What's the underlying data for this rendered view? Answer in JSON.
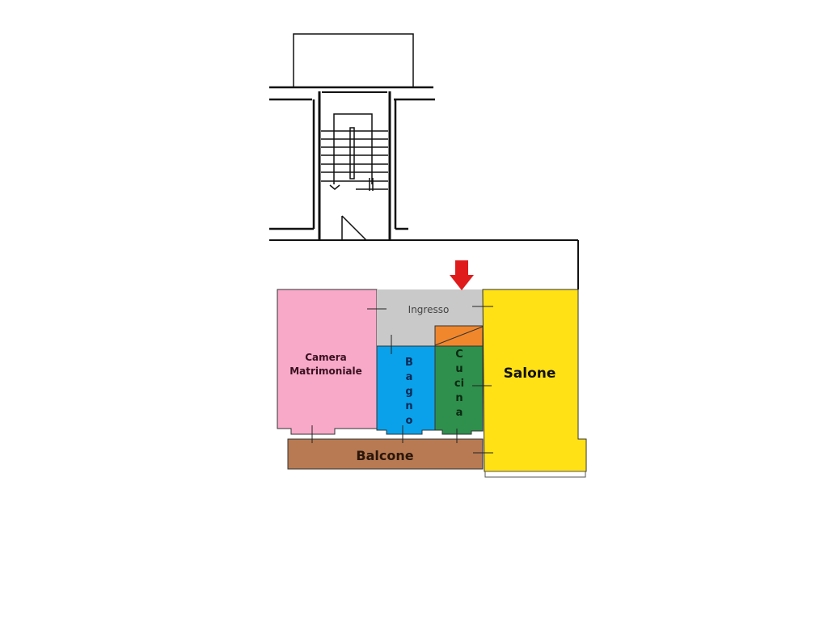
{
  "title": "Floor plan",
  "rooms": {
    "ingresso": "Ingresso",
    "camera": "Camera Matrimoniale",
    "bagno": "Bagno",
    "cucina": "Cucina",
    "salone": "Salone",
    "balcone": "Balcone"
  },
  "colors": {
    "camera": "#f8a9c8",
    "ingresso": "#c9c9c9",
    "bagno": "#0aa1ea",
    "cucina": "#2f8f4c",
    "salone": "#ffe116",
    "balcone": "#b77a52",
    "storage": "#f0872c",
    "entrance_arrow": "#e01b1b"
  },
  "entrance_marker": "entrance-arrow-icon"
}
